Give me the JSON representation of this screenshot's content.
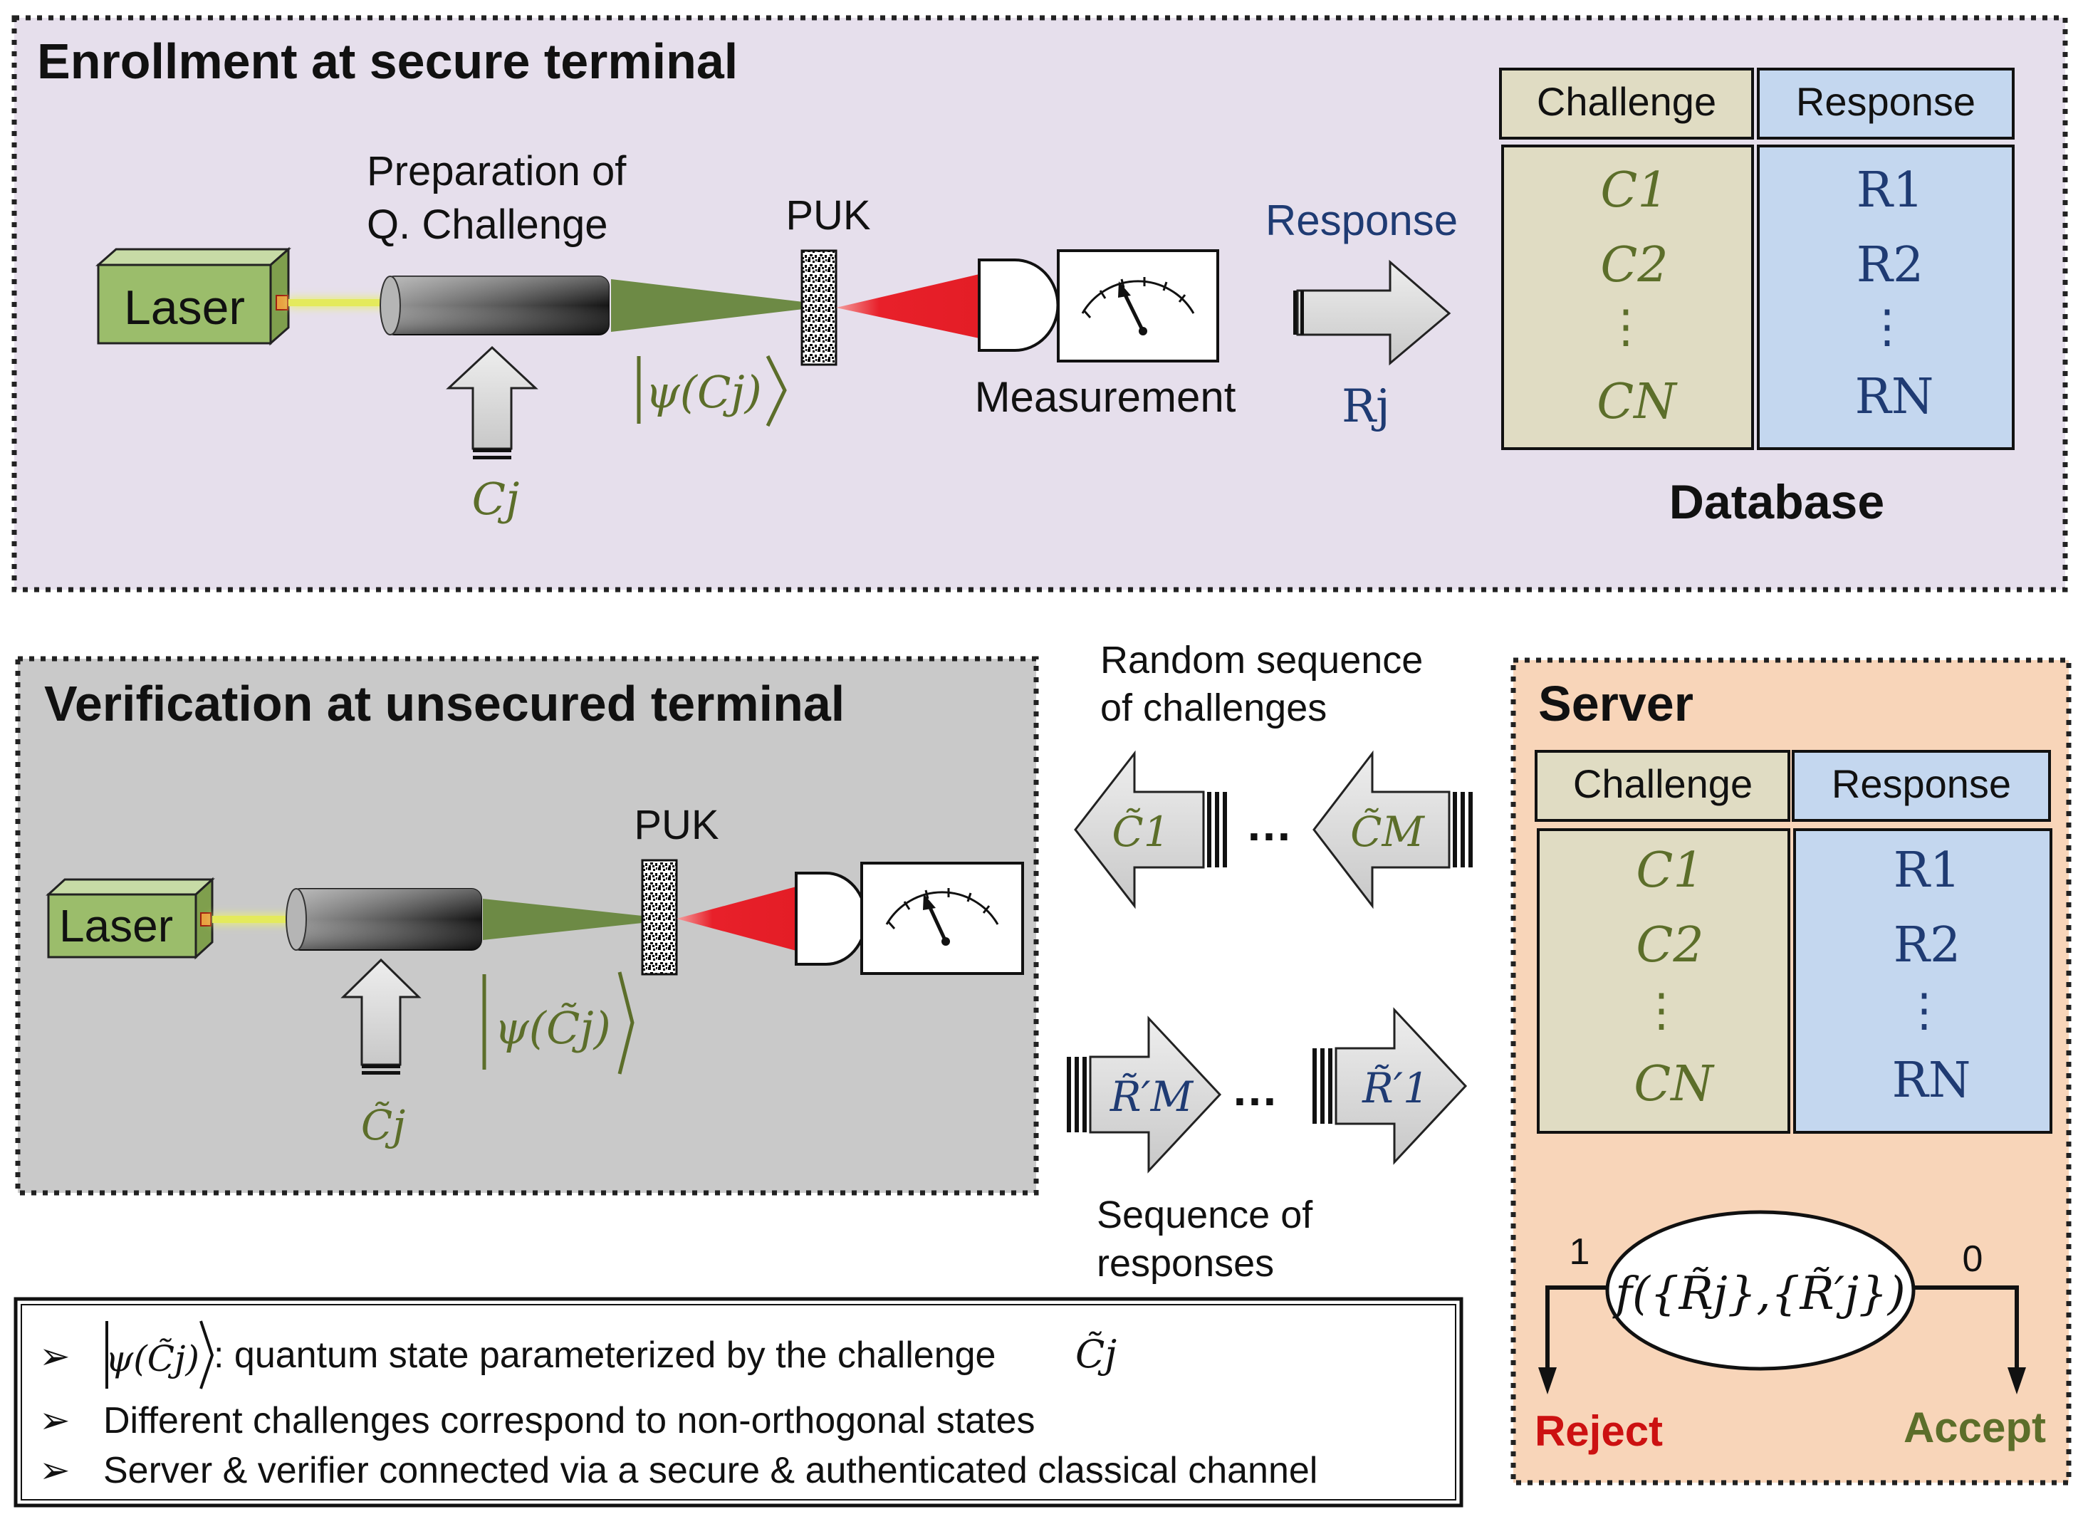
{
  "enrollment": {
    "title": "Enrollment at secure terminal",
    "laser_label": "Laser",
    "prep_label_line1": "Preparation  of",
    "prep_label_line2": "Q. Challenge",
    "puk_label": "PUK",
    "challenge_input": "Cj",
    "state_label": "ψ(Cj)",
    "measurement_label": "Measurement",
    "response_label": "Response",
    "response_symbol": "Rj"
  },
  "database": {
    "label": "Database",
    "challenge_header": "Challenge",
    "response_header": "Response",
    "challenges": [
      "C1",
      "C2",
      "⋮",
      "CN"
    ],
    "responses": [
      "R1",
      "R2",
      "⋮",
      "RN"
    ]
  },
  "verification": {
    "title": "Verification at  unsecured terminal",
    "laser_label": "Laser",
    "puk_label": "PUK",
    "challenge_input": "C̃j",
    "state_label": "ψ(C̃j)"
  },
  "channel": {
    "challenges_caption_line1": "Random sequence",
    "challenges_caption_line2": "of challenges",
    "challenge_first": "C̃1",
    "challenge_last": "C̃M",
    "ellipsis": "…",
    "responses_caption_line1": "Sequence of",
    "responses_caption_line2": "responses",
    "response_first": "R̃′M",
    "response_last": "R̃′1"
  },
  "server": {
    "title": "Server",
    "challenge_header": "Challenge",
    "response_header": "Response",
    "challenges": [
      "C1",
      "C2",
      "⋮",
      "CN"
    ],
    "responses": [
      "R1",
      "R2",
      "⋮",
      "RN"
    ],
    "decision_function": "f({R̃j},{R̃′j})",
    "output_one": "1",
    "output_zero": "0",
    "reject_label": "Reject",
    "accept_label": "Accept"
  },
  "notes": {
    "bullet": "➢",
    "item1_text": ": quantum state parameterized by the challenge",
    "item1_state": "ψ(C̃j)",
    "item1_challenge": "C̃j",
    "item2": "Different challenges correspond to non-orthogonal states",
    "item3": "Server & verifier connected via a secure & authenticated classical channel"
  },
  "colors": {
    "enroll_panel": "#e6dfec",
    "verify_panel": "#c9c9c9",
    "server_panel": "#f8d5b9",
    "challenge_cell": "#e0dcc3",
    "response_cell": "#c4d7ef",
    "laser_green": "#9bbd6b",
    "beam_green": "#6d8a45",
    "beam_red": "#e8202a",
    "math_green": "#5c6e2a",
    "math_blue": "#1f3b73",
    "reject_red": "#cc1111",
    "accept_green": "#5c6e2a"
  }
}
